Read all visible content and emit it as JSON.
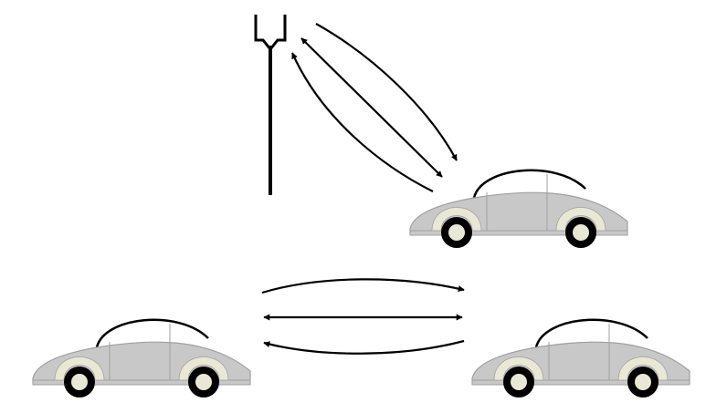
{
  "diagram": {
    "colors": {
      "background": "#ffffff",
      "stroke": "#000000",
      "car_body": "#c8c8c8",
      "car_outline": "#a0a0a0",
      "fender_trim": "#e8e8d4",
      "wheel_tire": "#000000",
      "wheel_hub": "#e8e8d4"
    },
    "nodes": [
      {
        "id": "antenna",
        "kind": "base-station-antenna",
        "icon": "antenna-icon"
      },
      {
        "id": "car-right-upper",
        "kind": "vehicle",
        "icon": "car-icon"
      },
      {
        "id": "car-left-lower",
        "kind": "vehicle",
        "icon": "car-icon"
      },
      {
        "id": "car-right-lower",
        "kind": "vehicle",
        "icon": "car-icon"
      }
    ],
    "links": [
      {
        "id": "v2i-downlink",
        "from": "antenna",
        "to": "car-right-upper",
        "direction": "one-way"
      },
      {
        "id": "v2i-bidirectional",
        "from": "antenna",
        "to": "car-right-upper",
        "direction": "two-way"
      },
      {
        "id": "v2i-uplink",
        "from": "car-right-upper",
        "to": "antenna",
        "direction": "one-way"
      },
      {
        "id": "v2v-forward",
        "from": "car-left-lower",
        "to": "car-right-lower",
        "direction": "one-way"
      },
      {
        "id": "v2v-bidirectional",
        "from": "car-left-lower",
        "to": "car-right-lower",
        "direction": "two-way"
      },
      {
        "id": "v2v-backward",
        "from": "car-right-lower",
        "to": "car-left-lower",
        "direction": "one-way"
      }
    ]
  }
}
